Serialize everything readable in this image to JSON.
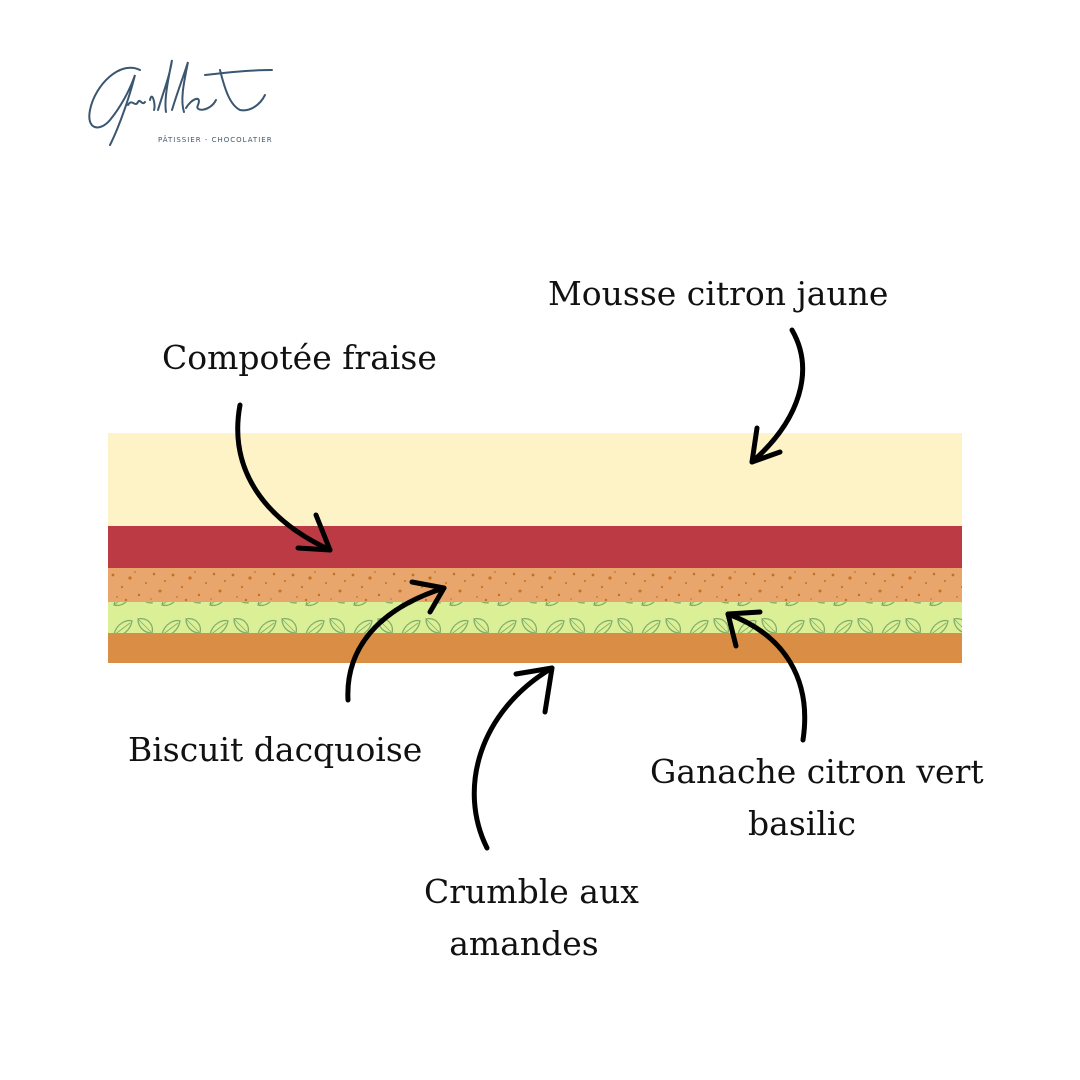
{
  "brand": {
    "subtitle": "PÂTISSIER - CHOCOLATIER"
  },
  "colors": {
    "mousse": "#fef3c6",
    "compotee": "#bc3a44",
    "crumble": "#e8a66d",
    "crumble_speckle": "#c9701e",
    "ganache": "#dbef96",
    "ganache_leaf": "#7fae6a",
    "biscuit": "#da8d44",
    "logo": "#3b5670"
  },
  "labels": {
    "mousse": "Mousse citron jaune",
    "compotee": "Compotée fraise",
    "biscuit": "Biscuit dacquoise",
    "ganache_line1": "Ganache citron vert",
    "ganache_line2": "basilic",
    "crumble_line1": "Crumble aux",
    "crumble_line2": "amandes"
  }
}
